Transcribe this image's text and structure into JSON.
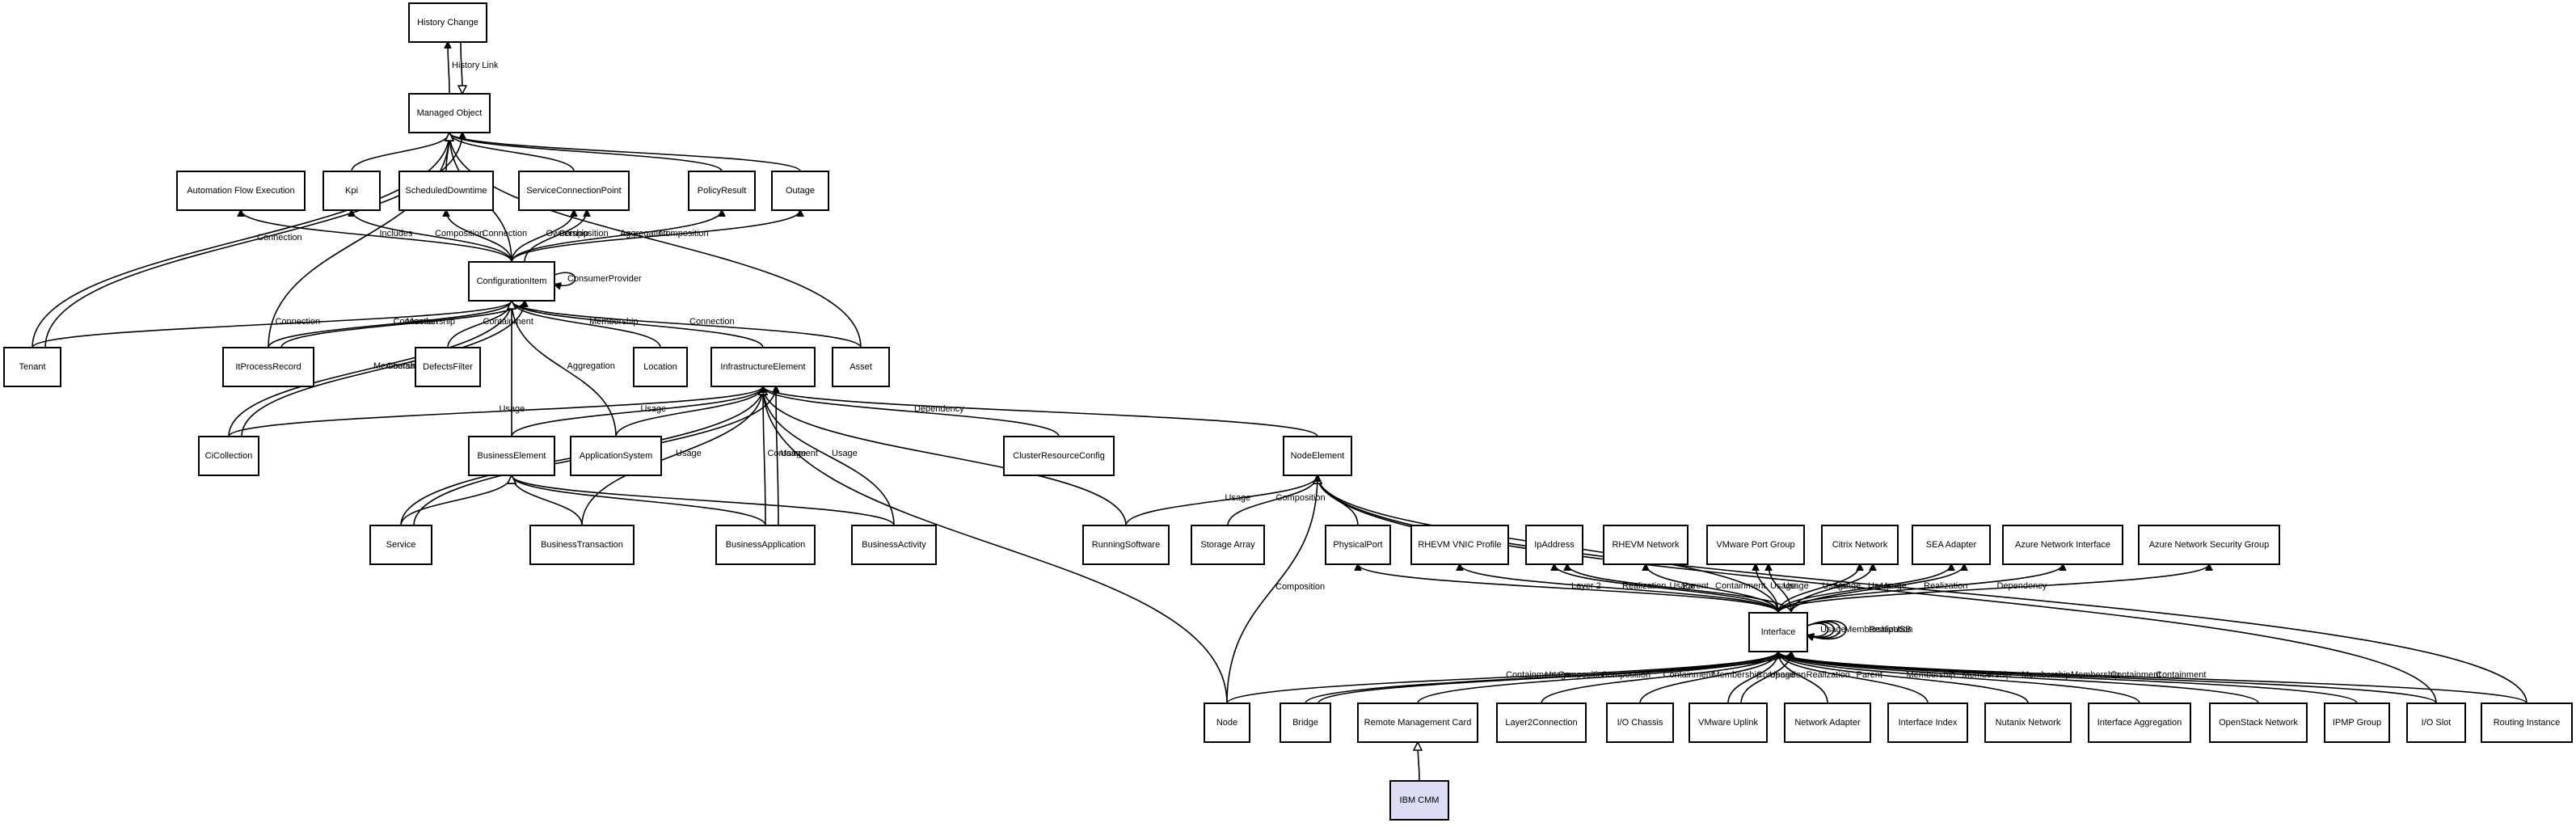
{
  "nodes": [
    {
      "id": "history_change",
      "label": "History Change"
    },
    {
      "id": "managed_object",
      "label": "Managed Object"
    },
    {
      "id": "automation_flow",
      "label": "Automation Flow Execution"
    },
    {
      "id": "kpi",
      "label": "Kpi"
    },
    {
      "id": "scheduled_downtime",
      "label": "ScheduledDowntime"
    },
    {
      "id": "service_connection_point",
      "label": "ServiceConnectionPoint"
    },
    {
      "id": "policy_result",
      "label": "PolicyResult"
    },
    {
      "id": "outage",
      "label": "Outage"
    },
    {
      "id": "configuration_item",
      "label": "ConfigurationItem"
    },
    {
      "id": "tenant",
      "label": "Tenant"
    },
    {
      "id": "it_process_record",
      "label": "ItProcessRecord"
    },
    {
      "id": "defects_filter",
      "label": "DefectsFilter"
    },
    {
      "id": "location",
      "label": "Location"
    },
    {
      "id": "infrastructure_element",
      "label": "InfrastructureElement"
    },
    {
      "id": "asset",
      "label": "Asset"
    },
    {
      "id": "ci_collection",
      "label": "CiCollection"
    },
    {
      "id": "business_element",
      "label": "BusinessElement"
    },
    {
      "id": "application_system",
      "label": "ApplicationSystem"
    },
    {
      "id": "cluster_resource_config",
      "label": "ClusterResourceConfig"
    },
    {
      "id": "node_element",
      "label": "NodeElement"
    },
    {
      "id": "service",
      "label": "Service"
    },
    {
      "id": "business_transaction",
      "label": "BusinessTransaction"
    },
    {
      "id": "business_application",
      "label": "BusinessApplication"
    },
    {
      "id": "business_activity",
      "label": "BusinessActivity"
    },
    {
      "id": "running_software",
      "label": "RunningSoftware"
    },
    {
      "id": "storage_array",
      "label": "Storage Array"
    },
    {
      "id": "physical_port",
      "label": "PhysicalPort"
    },
    {
      "id": "rhevm_vnic_profile",
      "label": "RHEVM VNIC Profile"
    },
    {
      "id": "ip_address",
      "label": "IpAddress"
    },
    {
      "id": "rhevm_network",
      "label": "RHEVM Network"
    },
    {
      "id": "vmware_port_group",
      "label": "VMware Port Group"
    },
    {
      "id": "citrix_network",
      "label": "Citrix Network"
    },
    {
      "id": "sea_adapter",
      "label": "SEA Adapter"
    },
    {
      "id": "azure_network_interface",
      "label": "Azure Network Interface"
    },
    {
      "id": "azure_nsg",
      "label": "Azure Network Security Group"
    },
    {
      "id": "interface",
      "label": "Interface"
    },
    {
      "id": "node",
      "label": "Node"
    },
    {
      "id": "bridge",
      "label": "Bridge"
    },
    {
      "id": "remote_management_card",
      "label": "Remote Management Card"
    },
    {
      "id": "layer2_connection",
      "label": "Layer2Connection"
    },
    {
      "id": "io_chassis",
      "label": "I/O Chassis"
    },
    {
      "id": "vmware_uplink",
      "label": "VMware Uplink"
    },
    {
      "id": "network_adapter",
      "label": "Network Adapter"
    },
    {
      "id": "interface_index",
      "label": "Interface Index"
    },
    {
      "id": "nutanix_network",
      "label": "Nutanix Network"
    },
    {
      "id": "interface_aggregation",
      "label": "Interface Aggregation"
    },
    {
      "id": "openstack_network",
      "label": "OpenStack Network"
    },
    {
      "id": "ipmp_group",
      "label": "IPMP Group"
    },
    {
      "id": "io_slot",
      "label": "I/O Slot"
    },
    {
      "id": "routing_instance",
      "label": "Routing Instance"
    },
    {
      "id": "ibm_cmm",
      "label": "IBM CMM"
    }
  ],
  "edges": [
    {
      "from": "managed_object",
      "to": "history_change",
      "label": "History Link",
      "arrow": "filled"
    },
    {
      "from": "history_change",
      "to": "managed_object",
      "label": "",
      "arrow": "open"
    },
    {
      "from": "kpi",
      "to": "managed_object",
      "label": "",
      "arrow": "open"
    },
    {
      "from": "scheduled_downtime",
      "to": "managed_object",
      "label": "",
      "arrow": "open"
    },
    {
      "from": "service_connection_point",
      "to": "managed_object",
      "label": "",
      "arrow": "open"
    },
    {
      "from": "policy_result",
      "to": "managed_object",
      "label": "",
      "arrow": "open"
    },
    {
      "from": "outage",
      "to": "managed_object",
      "label": "",
      "arrow": "open"
    },
    {
      "from": "configuration_item",
      "to": "managed_object",
      "label": "",
      "arrow": "open"
    },
    {
      "from": "asset",
      "to": "managed_object",
      "label": "",
      "arrow": "open"
    },
    {
      "from": "it_process_record",
      "to": "managed_object",
      "label": "",
      "arrow": "open"
    },
    {
      "from": "tenant",
      "to": "managed_object",
      "label": "",
      "arrow": "open"
    },
    {
      "from": "tenant",
      "to": "managed_object",
      "label": "Connection",
      "arrow": "filled"
    },
    {
      "from": "configuration_item",
      "to": "automation_flow",
      "label": "Includes",
      "arrow": "filled"
    },
    {
      "from": "configuration_item",
      "to": "kpi",
      "label": "Composition",
      "arrow": "filled"
    },
    {
      "from": "configuration_item",
      "to": "scheduled_downtime",
      "label": "Connection",
      "arrow": "filled"
    },
    {
      "from": "configuration_item",
      "to": "service_connection_point",
      "label": "Ownership",
      "arrow": "filled"
    },
    {
      "from": "configuration_item",
      "to": "service_connection_point",
      "label": "Composition",
      "arrow": "filled"
    },
    {
      "from": "configuration_item",
      "to": "policy_result",
      "label": "Aggregation",
      "arrow": "filled"
    },
    {
      "from": "configuration_item",
      "to": "outage",
      "label": "Composition",
      "arrow": "filled"
    },
    {
      "from": "configuration_item",
      "to": "configuration_item",
      "label": "ConsumerProvider",
      "arrow": "filled"
    },
    {
      "from": "tenant",
      "to": "configuration_item",
      "label": "Connection",
      "arrow": "filled"
    },
    {
      "from": "it_process_record",
      "to": "configuration_item",
      "label": "Connection",
      "arrow": "filled"
    },
    {
      "from": "it_process_record",
      "to": "configuration_item",
      "label": "Membership",
      "arrow": "filled"
    },
    {
      "from": "defects_filter",
      "to": "configuration_item",
      "label": "Containment",
      "arrow": "filled"
    },
    {
      "from": "location",
      "to": "configuration_item",
      "label": "Membership",
      "arrow": "filled"
    },
    {
      "from": "asset",
      "to": "configuration_item",
      "label": "Connection",
      "arrow": "filled"
    },
    {
      "from": "ci_collection",
      "to": "configuration_item",
      "label": "Membership",
      "arrow": "filled"
    },
    {
      "from": "ci_collection",
      "to": "configuration_item",
      "label": "Containment",
      "arrow": "filled"
    },
    {
      "from": "application_system",
      "to": "configuration_item",
      "label": "Aggregation",
      "arrow": "filled"
    },
    {
      "from": "infrastructure_element",
      "to": "configuration_item",
      "label": "",
      "arrow": "open"
    },
    {
      "from": "business_element",
      "to": "configuration_item",
      "label": "",
      "arrow": "open"
    },
    {
      "from": "ci_collection",
      "to": "infrastructure_element",
      "label": "Usage",
      "arrow": "filled"
    },
    {
      "from": "business_element",
      "to": "infrastructure_element",
      "label": "Usage",
      "arrow": "filled"
    },
    {
      "from": "application_system",
      "to": "infrastructure_element",
      "label": "",
      "arrow": "open"
    },
    {
      "from": "service",
      "to": "infrastructure_element",
      "label": "Usage",
      "arrow": "filled"
    },
    {
      "from": "service",
      "to": "infrastructure_element",
      "label": "Containment",
      "arrow": "filled"
    },
    {
      "from": "business_transaction",
      "to": "infrastructure_element",
      "label": "Usage",
      "arrow": "filled"
    },
    {
      "from": "business_application",
      "to": "infrastructure_element",
      "label": "Containment",
      "arrow": "filled"
    },
    {
      "from": "business_application",
      "to": "infrastructure_element",
      "label": "Usage",
      "arrow": "filled"
    },
    {
      "from": "business_activity",
      "to": "infrastructure_element",
      "label": "Usage",
      "arrow": "filled"
    },
    {
      "from": "cluster_resource_config",
      "to": "infrastructure_element",
      "label": "Dependency",
      "arrow": "open"
    },
    {
      "from": "running_software",
      "to": "infrastructure_element",
      "label": "",
      "arrow": "open"
    },
    {
      "from": "node_element",
      "to": "infrastructure_element",
      "label": "",
      "arrow": "open"
    },
    {
      "from": "node",
      "to": "infrastructure_element",
      "label": "",
      "arrow": "filled"
    },
    {
      "from": "service",
      "to": "business_element",
      "label": "",
      "arrow": "open"
    },
    {
      "from": "business_transaction",
      "to": "business_element",
      "label": "",
      "arrow": "open"
    },
    {
      "from": "business_application",
      "to": "business_element",
      "label": "",
      "arrow": "open"
    },
    {
      "from": "business_activity",
      "to": "business_element",
      "label": "",
      "arrow": "open"
    },
    {
      "from": "running_software",
      "to": "node_element",
      "label": "Usage",
      "arrow": "filled"
    },
    {
      "from": "storage_array",
      "to": "node_element",
      "label": "Composition",
      "arrow": "filled"
    },
    {
      "from": "physical_port",
      "to": "node_element",
      "label": "",
      "arrow": "open"
    },
    {
      "from": "interface",
      "to": "node_element",
      "label": "",
      "arrow": "open"
    },
    {
      "from": "io_slot",
      "to": "node_element",
      "label": "",
      "arrow": "open"
    },
    {
      "from": "routing_instance",
      "to": "node_element",
      "label": "",
      "arrow": "open"
    },
    {
      "from": "node",
      "to": "node_element",
      "label": "Composition",
      "arrow": "filled"
    },
    {
      "from": "interface",
      "to": "physical_port",
      "label": "Layer 2",
      "arrow": "filled"
    },
    {
      "from": "interface",
      "to": "rhevm_vnic_profile",
      "label": "Realization",
      "arrow": "filled"
    },
    {
      "from": "interface",
      "to": "ip_address",
      "label": "Usage",
      "arrow": "filled"
    },
    {
      "from": "interface",
      "to": "ip_address",
      "label": "Parent",
      "arrow": "filled"
    },
    {
      "from": "interface",
      "to": "rhevm_network",
      "label": "Containment",
      "arrow": "filled"
    },
    {
      "from": "interface",
      "to": "vmware_port_group",
      "label": "Usage",
      "arrow": "filled"
    },
    {
      "from": "interface",
      "to": "vmware_port_group",
      "label": "Usage",
      "arrow": "filled"
    },
    {
      "from": "interface",
      "to": "citrix_network",
      "label": "Usage",
      "arrow": "filled"
    },
    {
      "from": "interface",
      "to": "citrix_network",
      "label": "Usage",
      "arrow": "filled"
    },
    {
      "from": "interface",
      "to": "sea_adapter",
      "label": "Usage",
      "arrow": "filled"
    },
    {
      "from": "interface",
      "to": "sea_adapter",
      "label": "Usage",
      "arrow": "filled"
    },
    {
      "from": "interface",
      "to": "azure_network_interface",
      "label": "Realization",
      "arrow": "filled"
    },
    {
      "from": "interface",
      "to": "azure_nsg",
      "label": "Dependency",
      "arrow": "filled"
    },
    {
      "from": "interface",
      "to": "interface",
      "label": "Usage",
      "arrow": "filled"
    },
    {
      "from": "interface",
      "to": "interface",
      "label": "Membership",
      "arrow": "filled"
    },
    {
      "from": "interface",
      "to": "interface",
      "label": "Realization",
      "arrow": "filled"
    },
    {
      "from": "interface",
      "to": "interface",
      "label": "USB",
      "arrow": "filled"
    },
    {
      "from": "node",
      "to": "interface",
      "label": "Containment",
      "arrow": "filled"
    },
    {
      "from": "bridge",
      "to": "interface",
      "label": "Usage",
      "arrow": "filled"
    },
    {
      "from": "bridge",
      "to": "interface",
      "label": "Composition",
      "arrow": "filled"
    },
    {
      "from": "remote_management_card",
      "to": "interface",
      "label": "Composition",
      "arrow": "filled"
    },
    {
      "from": "layer2_connection",
      "to": "interface",
      "label": "Containment",
      "arrow": "filled"
    },
    {
      "from": "io_chassis",
      "to": "interface",
      "label": "Membership",
      "arrow": "filled"
    },
    {
      "from": "vmware_uplink",
      "to": "interface",
      "label": "Composition",
      "arrow": "filled"
    },
    {
      "from": "vmware_uplink",
      "to": "interface",
      "label": "Usage",
      "arrow": "filled"
    },
    {
      "from": "network_adapter",
      "to": "interface",
      "label": "Realization",
      "arrow": "filled"
    },
    {
      "from": "interface_index",
      "to": "interface",
      "label": "Parent",
      "arrow": "filled"
    },
    {
      "from": "nutanix_network",
      "to": "interface",
      "label": "Membership",
      "arrow": "filled"
    },
    {
      "from": "interface_aggregation",
      "to": "interface",
      "label": "Membership",
      "arrow": "filled"
    },
    {
      "from": "openstack_network",
      "to": "interface",
      "label": "Membership",
      "arrow": "filled"
    },
    {
      "from": "ipmp_group",
      "to": "interface",
      "label": "Membership",
      "arrow": "filled"
    },
    {
      "from": "io_slot",
      "to": "interface",
      "label": "Containment",
      "arrow": "filled"
    },
    {
      "from": "routing_instance",
      "to": "interface",
      "label": "Containment",
      "arrow": "filled"
    },
    {
      "from": "ibm_cmm",
      "to": "remote_management_card",
      "label": "",
      "arrow": "open"
    }
  ]
}
